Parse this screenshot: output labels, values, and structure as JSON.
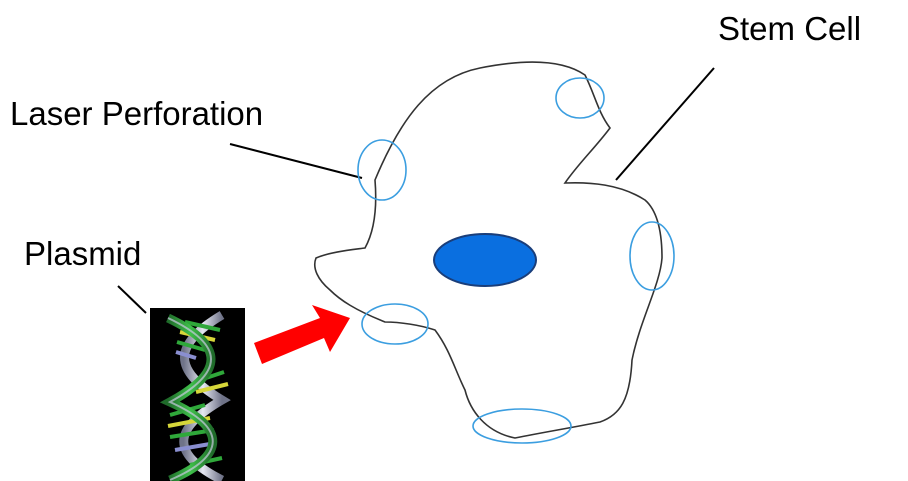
{
  "labels": {
    "stem_cell": "Stem Cell",
    "laser_perforation": "Laser Perforation",
    "plasmid": "Plasmid"
  },
  "colors": {
    "cell_outline": "#333333",
    "perforation": "#3b9ee0",
    "nucleus_fill": "#0a6fe0",
    "nucleus_stroke": "#1a3e7a",
    "arrow": "#ff0000",
    "leader_line": "#000000",
    "plasmid_background": "#000000"
  },
  "icons": {
    "plasmid": "dna-double-helix-icon",
    "insertion_arrow": "arrow-right-icon"
  }
}
